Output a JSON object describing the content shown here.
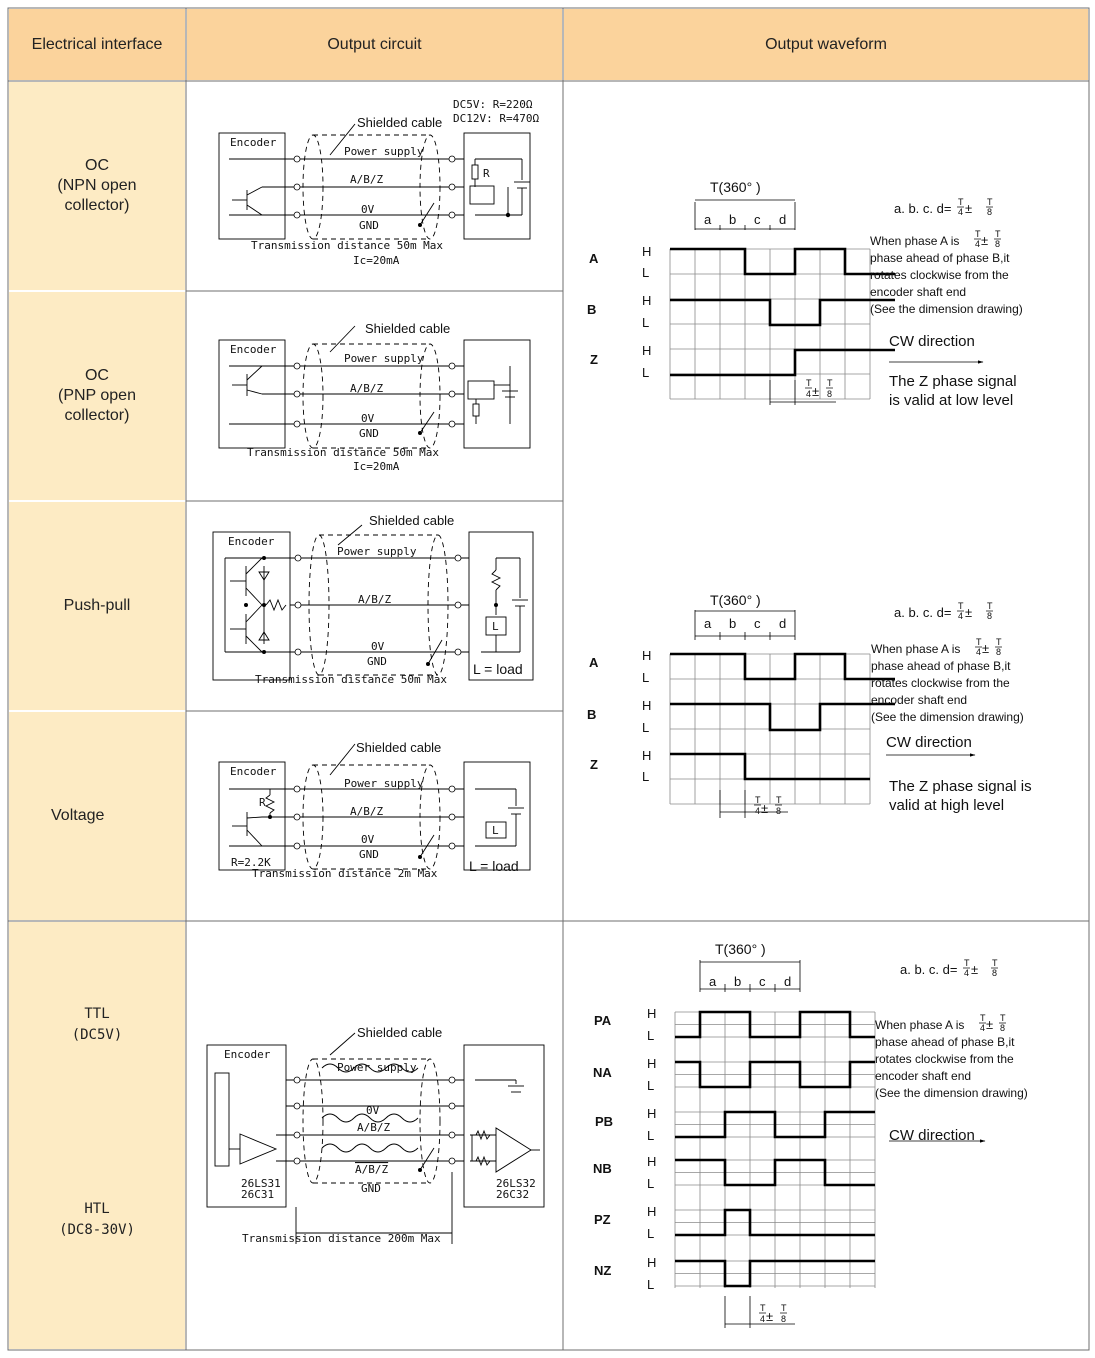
{
  "header": {
    "col1": "Electrical interface",
    "col2": "Output circuit",
    "col3": "Output waveform"
  },
  "interfaces": [
    {
      "line1": "OC",
      "line2": "(NPN open",
      "line3": "collector)"
    },
    {
      "line1": "OC",
      "line2": "(PNP open",
      "line3": "collector)"
    },
    {
      "line1": "Push-pull"
    },
    {
      "line1": "Voltage"
    },
    {
      "line1": "TTL",
      "line2": "(DC5V)",
      "line3": "HTL",
      "line4": "(DC8-30V)"
    }
  ],
  "circuits": {
    "npn": {
      "encoder": "Encoder",
      "shield": "Shielded cable",
      "power": "Power supply",
      "signal": "A/B/Z",
      "zero": "0V",
      "gnd": "GND",
      "r": "R",
      "note1": "DC5V: R=220Ω",
      "note2": "DC12V: R=470Ω",
      "dist": "Transmission distance 50m Max",
      "ic": "Ic=20mA"
    },
    "pnp": {
      "encoder": "Encoder",
      "shield": "Shielded cable",
      "power": "Power supply",
      "signal": "A/B/Z",
      "zero": "0V",
      "gnd": "GND",
      "dist": "Transmission distance  50m Max",
      "ic": "Ic=20mA"
    },
    "pushpull": {
      "encoder": "Encoder",
      "shield": "Shielded cable",
      "power": "Power supply",
      "signal": "A/B/Z",
      "zero": "0V",
      "gnd": "GND",
      "load_box": "L",
      "load_text": "L = load",
      "dist": "Transmission distance 50m Max"
    },
    "voltage": {
      "encoder": "Encoder",
      "shield": "Shielded cable",
      "power": "Power supply",
      "signal": "A/B/Z",
      "zero": "0V",
      "gnd": "GND",
      "r": "R",
      "r_value": "R=2.2K",
      "load_box": "L",
      "load_text": "L = load",
      "dist": "Transmission distance 2m Max"
    },
    "ttl": {
      "encoder": "Encoder",
      "shield": "Shielded cable",
      "power": "Power supply",
      "zero": "0V",
      "signal": "A/B/Z",
      "signal_bar": "A/B/Z",
      "gnd": "GND",
      "driver1": "26LS31",
      "driver2": "26C31",
      "receiver1": "26LS32",
      "receiver2": "26C32",
      "dist": "Transmission distance  200m Max"
    }
  },
  "waveforms": {
    "common": {
      "period": "T(360° )",
      "seg_a": "a",
      "seg_b": "b",
      "seg_c": "c",
      "seg_d": "d",
      "formula_prefix": "a. b. c. d=",
      "frac_num": "T",
      "frac_den1": "4",
      "pm": "±",
      "frac_den2": "8",
      "high": "H",
      "low": "L",
      "desc_prefix": "When phase A is ",
      "desc1_rest": "phase ahead of phase B,it",
      "desc2": "rotates clockwise from the",
      "desc3": "encoder shaft end",
      "desc4": "(See the dimension drawing)",
      "cw": "CW direction"
    },
    "low_z": {
      "channels": [
        "A",
        "B",
        "Z"
      ],
      "z_note1": "The Z phase signal",
      "z_note2": "is valid at low level"
    },
    "high_z": {
      "channels": [
        "A",
        "B",
        "Z"
      ],
      "z_note1": "The Z phase signal is",
      "z_note2": "valid at high level"
    },
    "diff": {
      "channels": [
        "PA",
        "NA",
        "PB",
        "NB",
        "PZ",
        "NZ"
      ]
    }
  },
  "colors": {
    "header_bg": "#fbd39c",
    "side_bg": "#fdebc4",
    "grid": "#8a8a8a",
    "border": "#6f6f6f"
  }
}
